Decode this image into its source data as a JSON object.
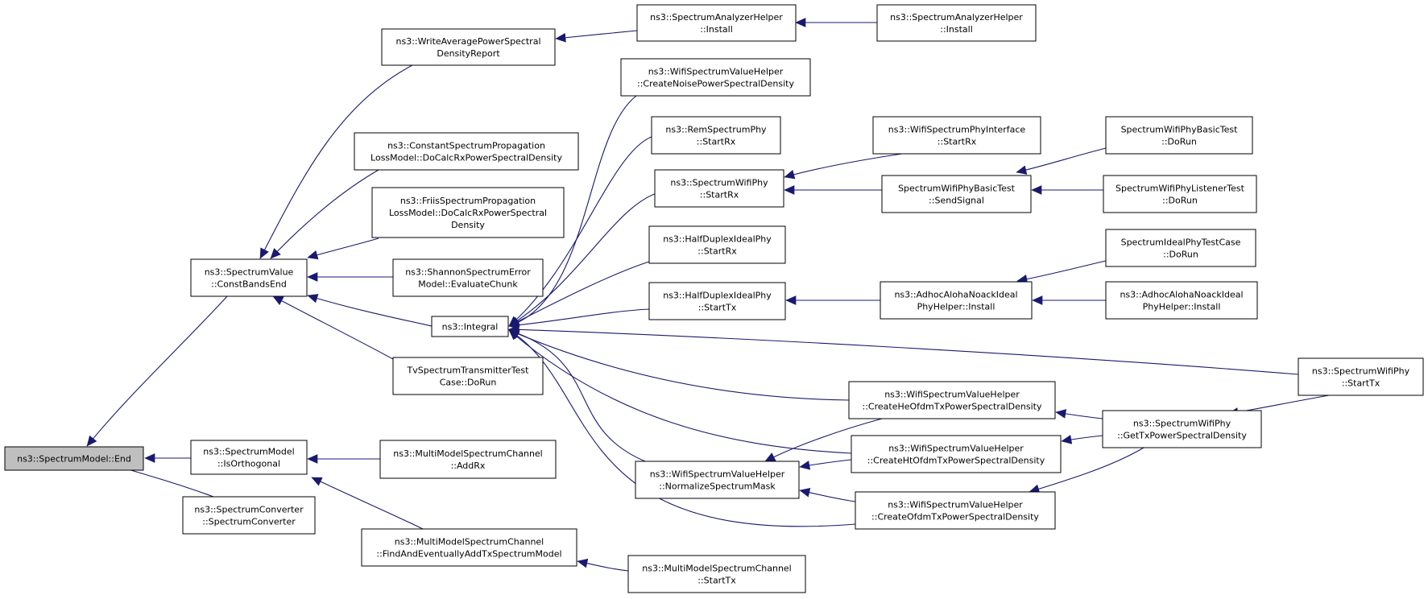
{
  "diagram": {
    "type": "caller-graph",
    "colors": {
      "edge": "#191970",
      "node_fill": "#ffffff",
      "focus_fill": "#bfbfbf",
      "border": "#000000"
    },
    "nodes": [
      {
        "id": "end",
        "lines": [
          "ns3::SpectrumModel::End"
        ],
        "focus": true
      },
      {
        "id": "cbe",
        "lines": [
          "ns3::SpectrumValue",
          "::ConstBandsEnd"
        ]
      },
      {
        "id": "isorth",
        "lines": [
          "ns3::SpectrumModel",
          "::IsOrthogonal"
        ]
      },
      {
        "id": "sconv",
        "lines": [
          "ns3::SpectrumConverter",
          "::SpectrumConverter"
        ]
      },
      {
        "id": "wapsd",
        "lines": [
          "ns3::WriteAveragePowerSpectral",
          "DensityReport"
        ]
      },
      {
        "id": "const",
        "lines": [
          "ns3::ConstantSpectrumPropagation",
          "LossModel::DoCalcRxPowerSpectralDensity"
        ]
      },
      {
        "id": "friis",
        "lines": [
          "ns3::FriisSpectrumPropagation",
          "LossModel::DoCalcRxPowerSpectral",
          "Density"
        ]
      },
      {
        "id": "shannon",
        "lines": [
          "ns3::ShannonSpectrumError",
          "Model::EvaluateChunk"
        ]
      },
      {
        "id": "integ",
        "lines": [
          "ns3::Integral"
        ]
      },
      {
        "id": "tvtest",
        "lines": [
          "TvSpectrumTransmitterTest",
          "Case::DoRun"
        ]
      },
      {
        "id": "mmaddrx",
        "lines": [
          "ns3::MultiModelSpectrumChannel",
          "::AddRx"
        ]
      },
      {
        "id": "mmfind",
        "lines": [
          "ns3::MultiModelSpectrumChannel",
          "::FindAndEventuallyAddTxSpectrumModel"
        ]
      },
      {
        "id": "sah1",
        "lines": [
          "ns3::SpectrumAnalyzerHelper",
          "::Install"
        ]
      },
      {
        "id": "sah2",
        "lines": [
          "ns3::SpectrumAnalyzerHelper",
          "::Install"
        ]
      },
      {
        "id": "noise",
        "lines": [
          "ns3::WifiSpectrumValueHelper",
          "::CreateNoisePowerSpectralDensity"
        ]
      },
      {
        "id": "rem",
        "lines": [
          "ns3::RemSpectrumPhy",
          "::StartRx"
        ]
      },
      {
        "id": "swpr",
        "lines": [
          "ns3::SpectrumWifiPhy",
          "::StartRx"
        ]
      },
      {
        "id": "hdrx",
        "lines": [
          "ns3::HalfDuplexIdealPhy",
          "::StartRx"
        ]
      },
      {
        "id": "hdtx",
        "lines": [
          "ns3::HalfDuplexIdealPhy",
          "::StartTx"
        ]
      },
      {
        "id": "norm",
        "lines": [
          "ns3::WifiSpectrumValueHelper",
          "::NormalizeSpectrumMask"
        ]
      },
      {
        "id": "mmtx",
        "lines": [
          "ns3::MultiModelSpectrumChannel",
          "::StartTx"
        ]
      },
      {
        "id": "spiface",
        "lines": [
          "ns3::WifiSpectrumPhyInterface",
          "::StartRx"
        ]
      },
      {
        "id": "sendsig",
        "lines": [
          "SpectrumWifiPhyBasicTest",
          "::SendSignal"
        ]
      },
      {
        "id": "adhoc1",
        "lines": [
          "ns3::AdhocAlohaNoackIdeal",
          "PhyHelper::Install"
        ]
      },
      {
        "id": "he",
        "lines": [
          "ns3::WifiSpectrumValueHelper",
          "::CreateHeOfdmTxPowerSpectralDensity"
        ]
      },
      {
        "id": "ht",
        "lines": [
          "ns3::WifiSpectrumValueHelper",
          "::CreateHtOfdmTxPowerSpectralDensity"
        ]
      },
      {
        "id": "ofdm",
        "lines": [
          "ns3::WifiSpectrumValueHelper",
          "::CreateOfdmTxPowerSpectralDensity"
        ]
      },
      {
        "id": "basicrun",
        "lines": [
          "SpectrumWifiPhyBasicTest",
          "::DoRun"
        ]
      },
      {
        "id": "listrun",
        "lines": [
          "SpectrumWifiPhyListenerTest",
          "::DoRun"
        ]
      },
      {
        "id": "idealrun",
        "lines": [
          "SpectrumIdealPhyTestCase",
          "::DoRun"
        ]
      },
      {
        "id": "adhoc2",
        "lines": [
          "ns3::AdhocAlohaNoackIdeal",
          "PhyHelper::Install"
        ]
      },
      {
        "id": "gettx",
        "lines": [
          "ns3::SpectrumWifiPhy",
          "::GetTxPowerSpectralDensity"
        ]
      },
      {
        "id": "swptx",
        "lines": [
          "ns3::SpectrumWifiPhy",
          "::StartTx"
        ]
      }
    ]
  }
}
